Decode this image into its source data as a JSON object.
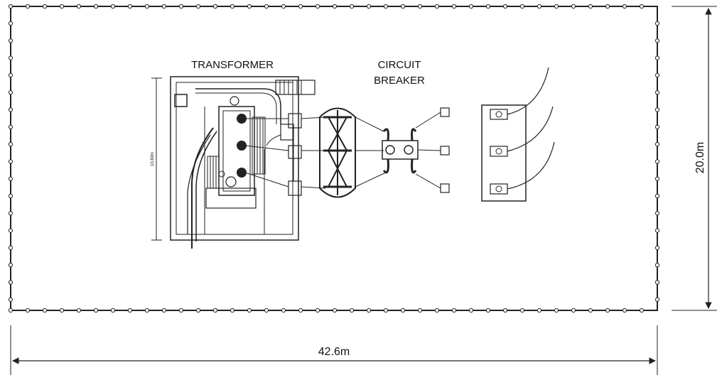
{
  "labels": {
    "transformer": "TRANSFORMER",
    "circuit_breaker_line1": "CIRCUIT",
    "circuit_breaker_line2": "BREAKER",
    "width_dimension": "42.6m",
    "height_dimension": "20.0m",
    "transformer_dimension": "10.60m"
  },
  "colors": {
    "line": "#222222",
    "background": "#ffffff"
  }
}
